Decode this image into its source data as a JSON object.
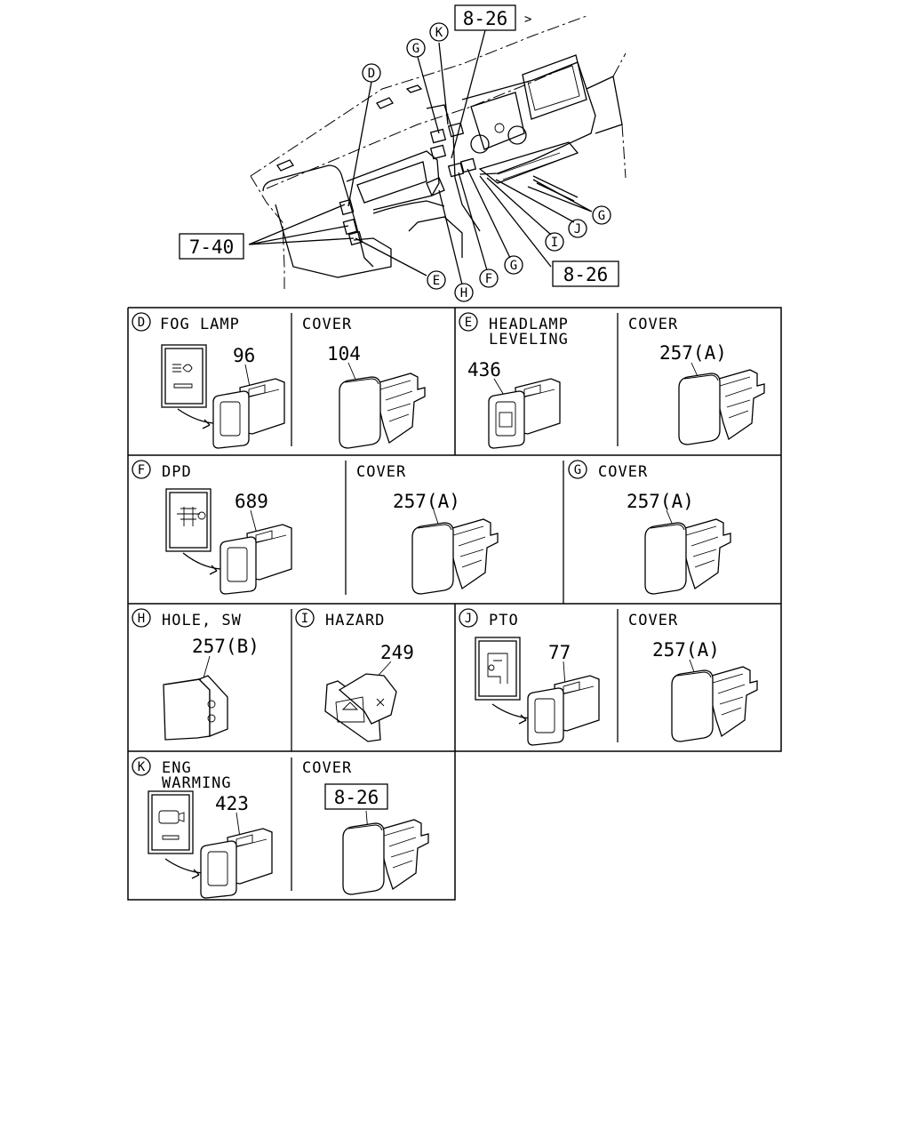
{
  "overview": {
    "ref_top": "8-26",
    "ref_left": "7-40",
    "ref_right": "8-26",
    "callouts": [
      "D",
      "G",
      "K",
      "E",
      "H",
      "F",
      "G",
      "I",
      "J",
      "G"
    ]
  },
  "sections": [
    {
      "letter": "D",
      "title": "FOG LAMP",
      "part": "96",
      "cover_title": "COVER",
      "cover_part": "104"
    },
    {
      "letter": "E",
      "title": "HEADLAMP",
      "title2": "LEVELING",
      "part": "436",
      "cover_title": "COVER",
      "cover_part": "257(A)"
    },
    {
      "letter": "F",
      "title": "DPD",
      "part": "689",
      "cover_title": "COVER",
      "cover_part": "257(A)"
    },
    {
      "letter": "G",
      "title": "COVER",
      "part": "257(A)"
    },
    {
      "letter": "H",
      "title": "HOLE, SW",
      "part": "257(B)"
    },
    {
      "letter": "I",
      "title": "HAZARD",
      "part": "249"
    },
    {
      "letter": "J",
      "title": "PTO",
      "part": "77",
      "cover_title": "COVER",
      "cover_part": "257(A)"
    },
    {
      "letter": "K",
      "title": "ENG",
      "title2": "WARMING",
      "part": "423",
      "cover_title": "COVER",
      "cover_ref": "8-26"
    }
  ]
}
